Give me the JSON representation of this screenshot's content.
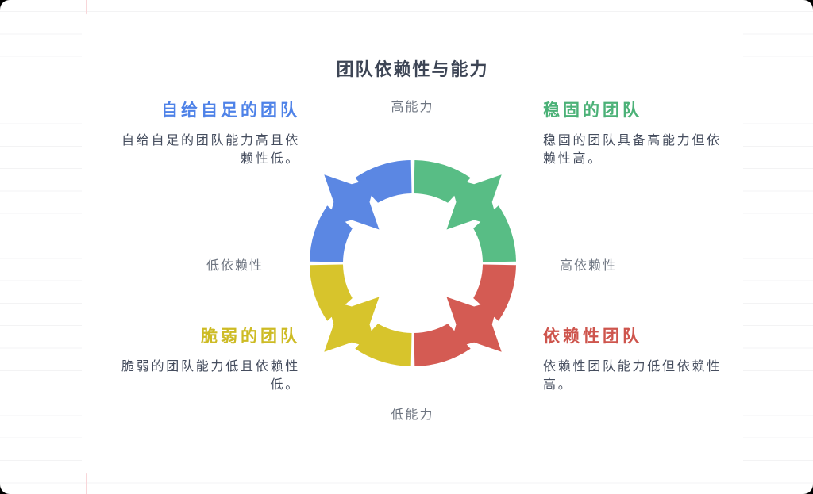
{
  "title": "团队依赖性与能力",
  "axes": {
    "top": "高能力",
    "bottom": "低能力",
    "left": "低依赖性",
    "right": "高依赖性"
  },
  "quadrants": [
    {
      "id": "top-left",
      "heading": "自给自足的团队",
      "body": "自给自足的团队能力高且依赖性低。",
      "accent_color": "#4e82e8",
      "wheel_color": "#5b87e3"
    },
    {
      "id": "top-right",
      "heading": "稳固的团队",
      "body": "稳固的团队具备高能力但依赖性高。",
      "accent_color": "#4bb177",
      "wheel_color": "#58bd85"
    },
    {
      "id": "bottom-left",
      "heading": "脆弱的团队",
      "body": "脆弱的团队能力低且依赖性低。",
      "accent_color": "#cdbb24",
      "wheel_color": "#d7c42c"
    },
    {
      "id": "bottom-right",
      "heading": "依赖性团队",
      "body": "依赖性团队能力低但依赖性高。",
      "accent_color": "#ce554d",
      "wheel_color": "#d45b53"
    }
  ],
  "page": {
    "background": "#ffffff",
    "ruled_line_color": "#f3f3f4",
    "margin_line_color": "#f8d6d9",
    "title_color": "#3d4555",
    "body_text_color": "#454d5e",
    "axis_label_color": "#6e7581"
  }
}
